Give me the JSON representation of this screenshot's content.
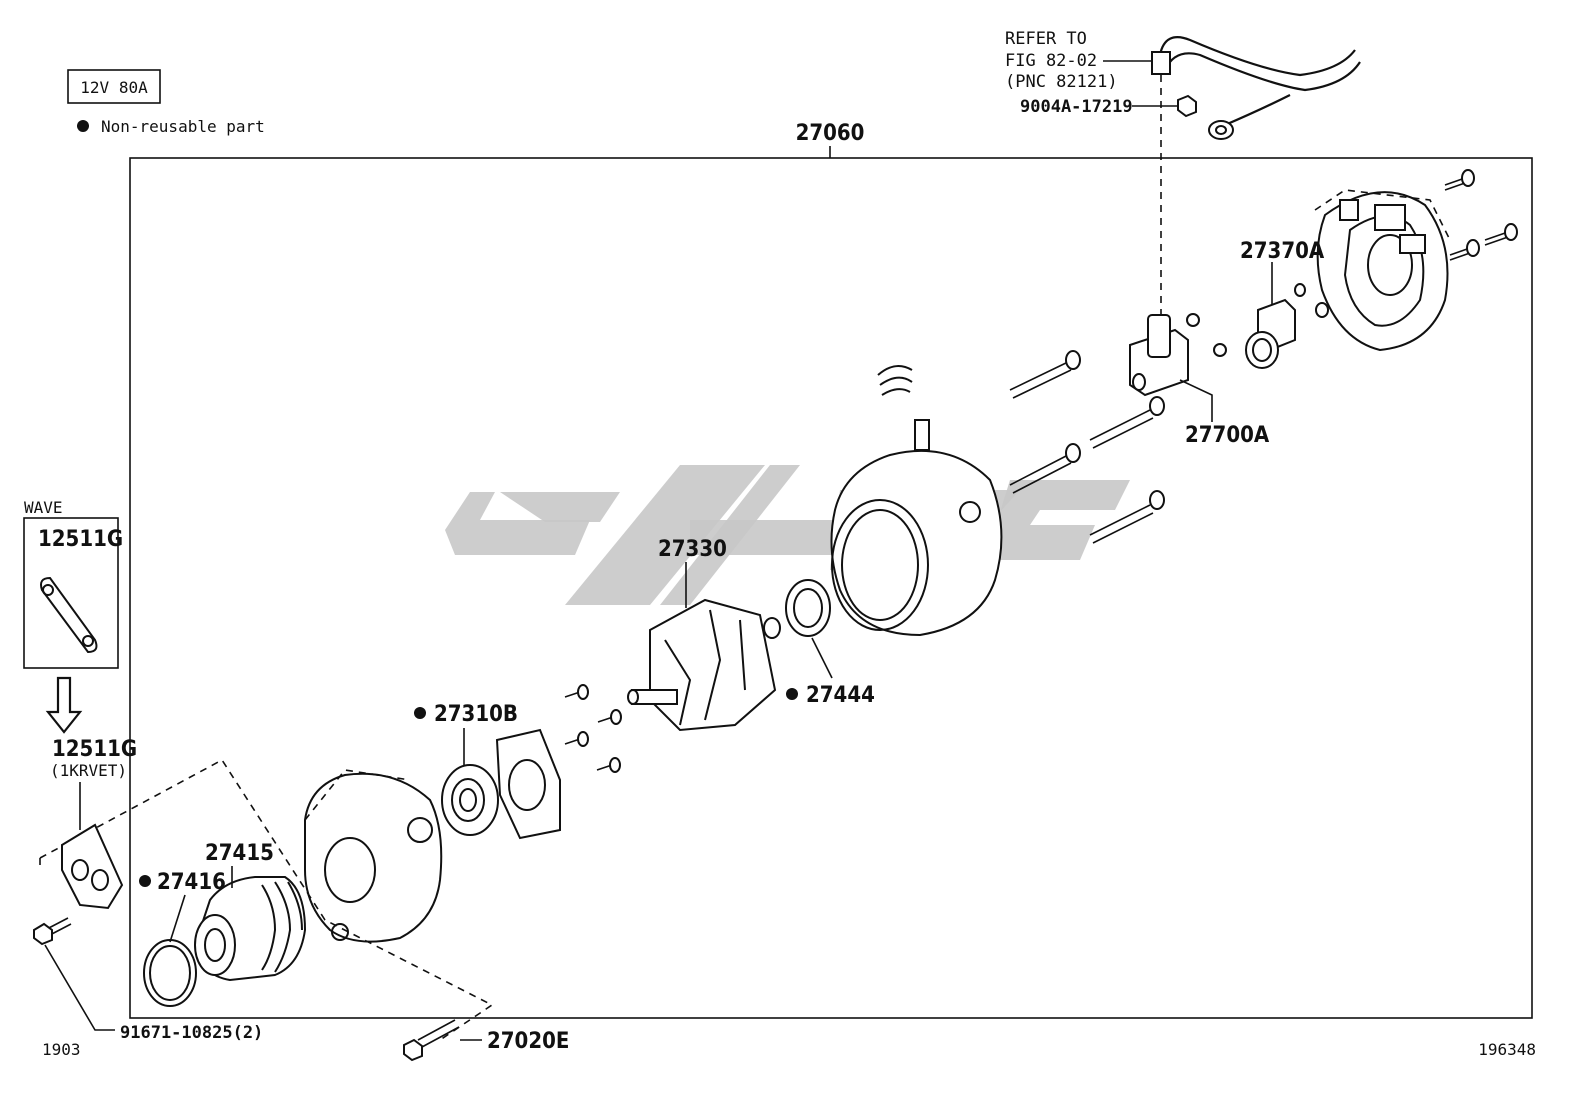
{
  "spec_box": "12V 80A",
  "legend": {
    "bullet": "●",
    "text": "Non-reusable part"
  },
  "assembly": {
    "number": "27060"
  },
  "refer": {
    "line1": "REFER TO",
    "line2": "FIG 82-02",
    "line3": "(PNC 82121)"
  },
  "parts": {
    "p9004a": "9004A-17219",
    "p27370a": "27370A",
    "p27700a": "27700A",
    "p27330": "27330",
    "p27444": "27444",
    "p27310b": "27310B",
    "p27415": "27415",
    "p27416": "27416",
    "p27020e": "27020E",
    "p91671": "91671-10825(2)",
    "p12511g_top": "12511G",
    "p12511g_bottom": "12511G",
    "engine_code": "(1KRVET)"
  },
  "wave_label": "WAVE",
  "non_reusable_marker": "●",
  "footer": {
    "left": "1903",
    "right": "196348"
  },
  "colors": {
    "line": "#111111",
    "watermark": "#c8c8c8",
    "background": "#ffffff"
  }
}
